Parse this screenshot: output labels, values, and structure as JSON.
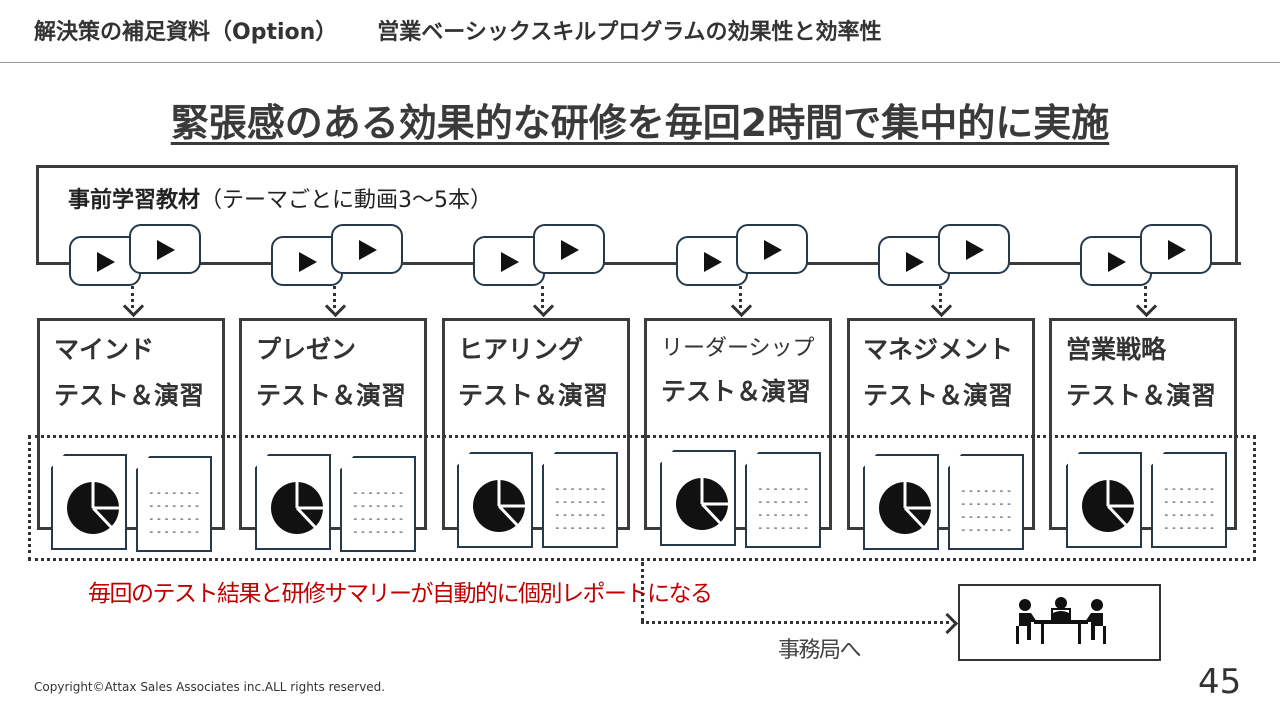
{
  "header": {
    "section": "解決策の補足資料（Option）",
    "subject": "営業ベーシックスキルプログラムの効果性と効率性"
  },
  "main_title": "緊張感のある効果的な研修を毎回2時間で集中的に実施",
  "prestudy": {
    "label_bold": "事前学習教材",
    "label_rest": "（テーマごとに動画3～5本）"
  },
  "modules": [
    {
      "name": "マインド",
      "sub": "テスト＆演習"
    },
    {
      "name": "プレゼン",
      "sub": "テスト＆演習"
    },
    {
      "name": "ヒアリング",
      "sub": "テスト＆演習"
    },
    {
      "name": "リーダーシップ",
      "sub": "テスト＆演習"
    },
    {
      "name": "マネジメント",
      "sub": "テスト＆演習"
    },
    {
      "name": "営業戦略",
      "sub": "テスト＆演習"
    }
  ],
  "doc_lines": "-------\n-------\n-------\n-------",
  "report_note": "毎回のテスト結果と研修サマリーが自動的に個別レポートになる",
  "office_label": "事務局へ",
  "icons": {
    "video": "play-icon",
    "chart": "pie-chart-icon",
    "meeting": "meeting-icon"
  },
  "footer": {
    "copyright": "Copyright©Attax Sales Associates inc.ALL rights reserved.",
    "page": "45"
  }
}
